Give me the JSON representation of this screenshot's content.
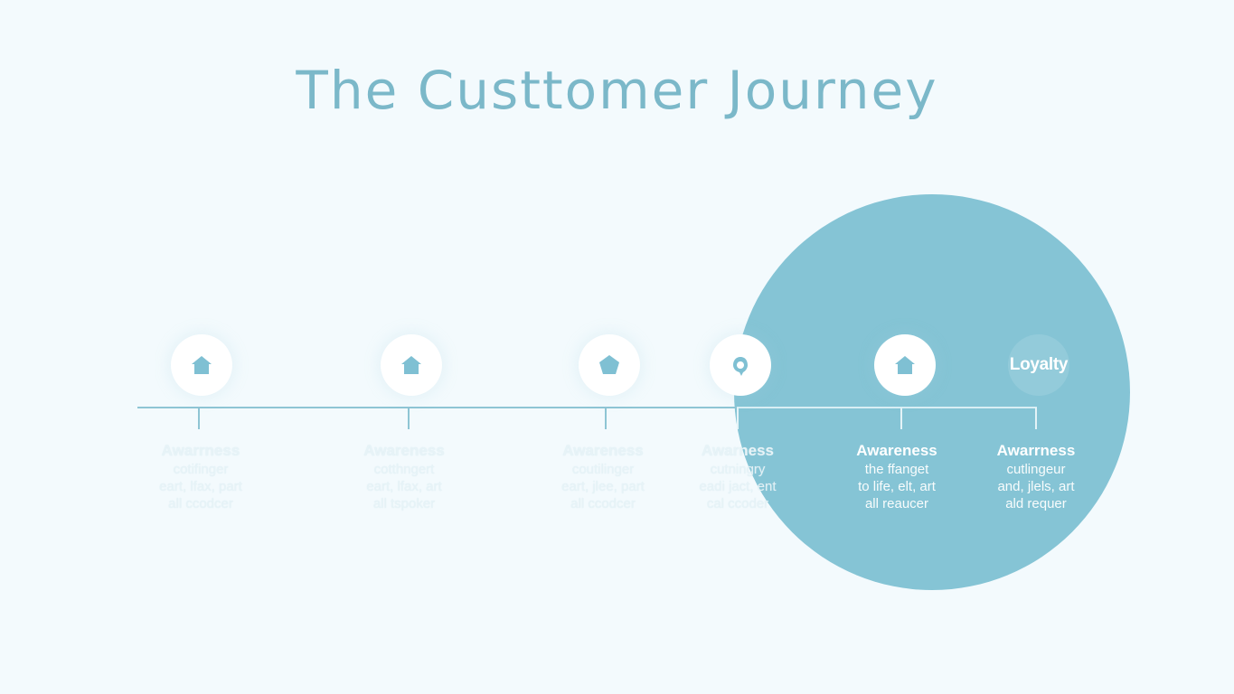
{
  "title": "The Custtomer Journey",
  "colors": {
    "background": "#f3fafd",
    "accent": "#85c4d5",
    "title": "#7bb8c9",
    "node": "#ffffff"
  },
  "stages": [
    {
      "icon": "house-icon",
      "name": "Awarrness",
      "lines": [
        "cotifinger",
        "eart, lfax, part",
        "all ccodcer"
      ]
    },
    {
      "icon": "house-icon",
      "name": "Awareness",
      "lines": [
        "cotthngert",
        "eart, lfax, art",
        "all tspoker"
      ]
    },
    {
      "icon": "pentagon-icon",
      "name": "Awareness",
      "lines": [
        "coutilinger",
        "eart, jlee, part",
        "all ccodcer"
      ]
    },
    {
      "icon": "ring-icon",
      "name": "Awarness",
      "lines": [
        "cutningry",
        "eadi jact, ent",
        "cal ccoder"
      ]
    },
    {
      "icon": "house-icon",
      "name": "Awareness",
      "lines": [
        "the ffanget",
        "to life, elt, art",
        "all reaucer"
      ]
    },
    {
      "label": "Loyalty",
      "name": "Awarrness",
      "lines": [
        "cutlingeur",
        "and, jlels, art",
        "ald requer"
      ]
    }
  ]
}
